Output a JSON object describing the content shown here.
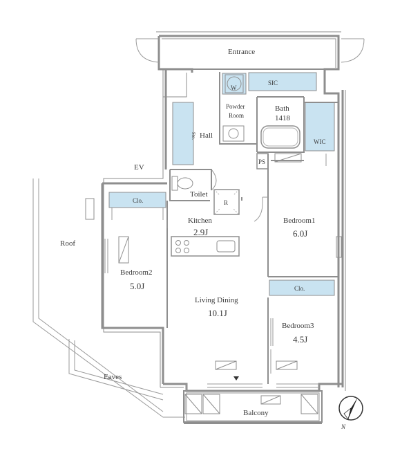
{
  "rooms": {
    "entrance": "Entrance",
    "sic": "SIC",
    "washer": "W",
    "powder_room_line1": "Powder",
    "powder_room_line2": "Room",
    "bath": "Bath",
    "bath_size": "1418",
    "hall": "Hall",
    "sto": "Sto.",
    "wic": "WIC",
    "ps": "PS",
    "ev": "EV",
    "toilet": "Toilet",
    "refrigerator": "R",
    "kitchen": "Kitchen",
    "kitchen_area": "2.9J",
    "bedroom1": "Bedroom1",
    "bedroom1_area": "6.0J",
    "bedroom2": "Bedroom2",
    "bedroom2_area": "5.0J",
    "bedroom3": "Bedroom3",
    "bedroom3_area": "4.5J",
    "closet_bedroom2": "Clo.",
    "closet_bedroom3": "Clo.",
    "living_dining": "Living Dining",
    "living_dining_area": "10.1J",
    "roof": "Roof",
    "eaves": "Eaves",
    "balcony": "Balcony"
  },
  "compass": {
    "label": "N"
  },
  "colors": {
    "wall": "#8e8e8e",
    "storage_fill": "#c9e3f1",
    "text": "#3a3a3a",
    "background": "#ffffff"
  }
}
